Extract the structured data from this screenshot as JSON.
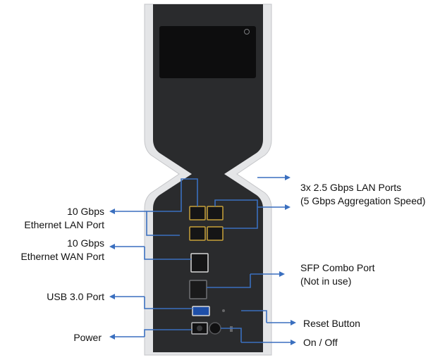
{
  "colors": {
    "line": "#3a6fbf",
    "body": "#2a2b2d",
    "frame": "#e4e5e7",
    "port": "#c8a23a"
  },
  "labels": {
    "lan10": {
      "line1": "10 Gbps",
      "line2": "Ethernet LAN Port"
    },
    "wan10": {
      "line1": "10 Gbps",
      "line2": "Ethernet WAN Port"
    },
    "usb": "USB 3.0 Port",
    "power": "Power",
    "lan25": {
      "line1": "3x 2.5 Gbps LAN Ports",
      "line2": "(5 Gbps Aggregation Speed)"
    },
    "sfp": {
      "line1": "SFP Combo Port",
      "line2": "(Not in use)"
    },
    "reset": "Reset Button",
    "onoff": "On / Off"
  }
}
